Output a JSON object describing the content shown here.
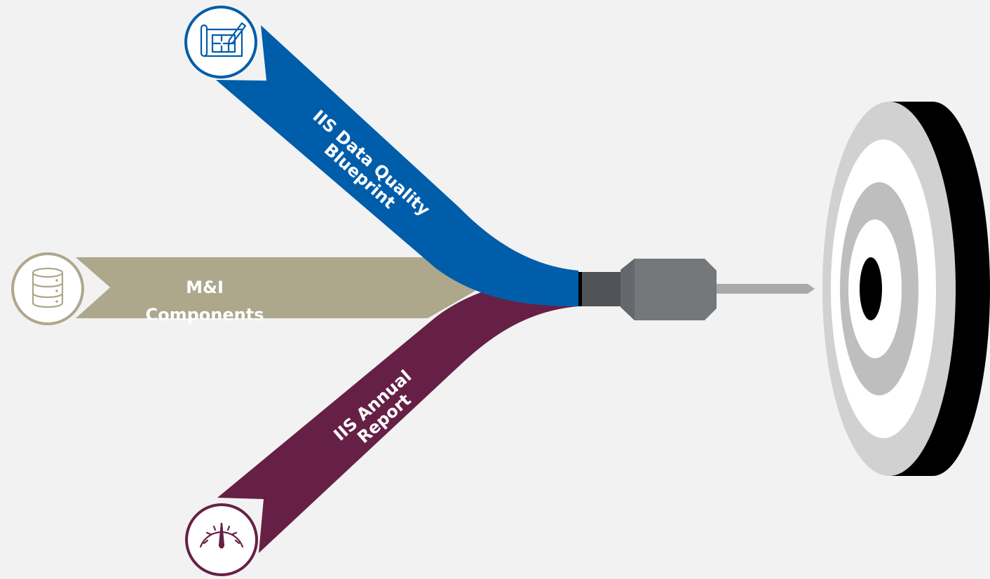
{
  "ribbons": {
    "blueprint": {
      "line1": "IIS Data Quality",
      "line2": "Blueprint",
      "color": "#005DAA",
      "icon": "blueprint-icon"
    },
    "mi": {
      "line1": "M&I",
      "line2": "Components",
      "color": "#ADA78C",
      "icon": "database-icon"
    },
    "annual": {
      "line1": "IIS Annual",
      "line2": "Report",
      "color": "#662046",
      "icon": "gauge-icon"
    }
  },
  "dart": {
    "body_color": "#75787B",
    "collar_color": "#505357",
    "needle_color": "#A7A9AC"
  },
  "target": {
    "rings": [
      "#D1D1D1",
      "#FFFFFF",
      "#BEBEBE",
      "#FFFFFF",
      "#000000"
    ],
    "side_color": "#000000"
  }
}
